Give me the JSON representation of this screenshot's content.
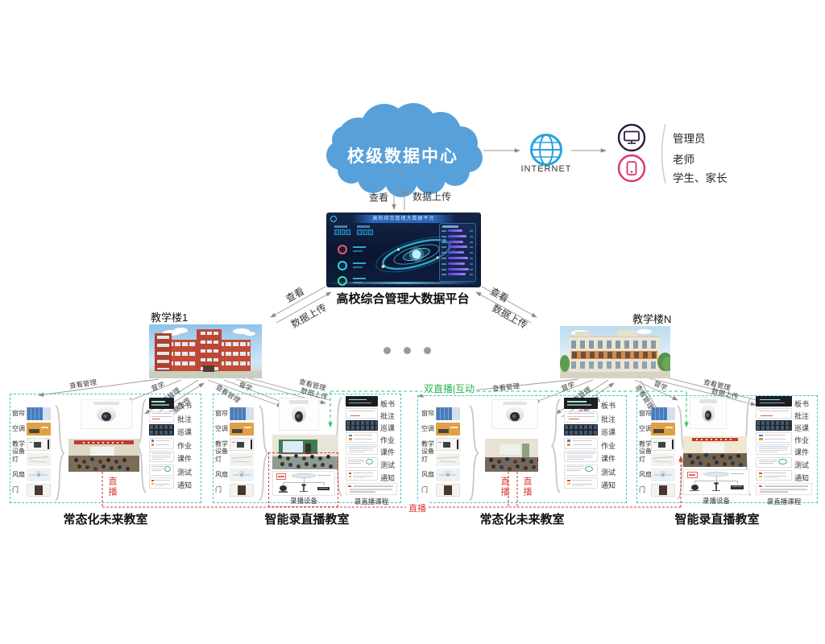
{
  "cloud": {
    "label": "校级数据中心"
  },
  "internet": {
    "label": "INTERNET"
  },
  "users": {
    "roles": [
      "管理员",
      "老师",
      "学生、家长"
    ]
  },
  "links": {
    "view": "查看",
    "upload": "数据上传",
    "manage": "查看管理",
    "supervise": "督学",
    "live": "直播",
    "dual_live": "双直播|互动"
  },
  "platform": {
    "label": "高校综合管理大数据平台",
    "screen_title": "高校综合管理大数据平台"
  },
  "buildings": [
    {
      "label": "教学楼1"
    },
    {
      "label": "教学楼N"
    }
  ],
  "classroom": {
    "left_items": [
      "窗帘",
      "空调",
      "教学设备",
      "灯",
      "风扇",
      "门"
    ],
    "right_items": [
      "板书",
      "批注",
      "巡课",
      "作业",
      "课件",
      "测试",
      "通知"
    ],
    "device_caption": "录播设备",
    "course_caption": "录直播课程"
  },
  "groups": [
    {
      "name": "常态化未来教室"
    },
    {
      "name": "智能录直播教室"
    },
    {
      "name": "常态化未来教室"
    },
    {
      "name": "智能录直播教室"
    }
  ]
}
